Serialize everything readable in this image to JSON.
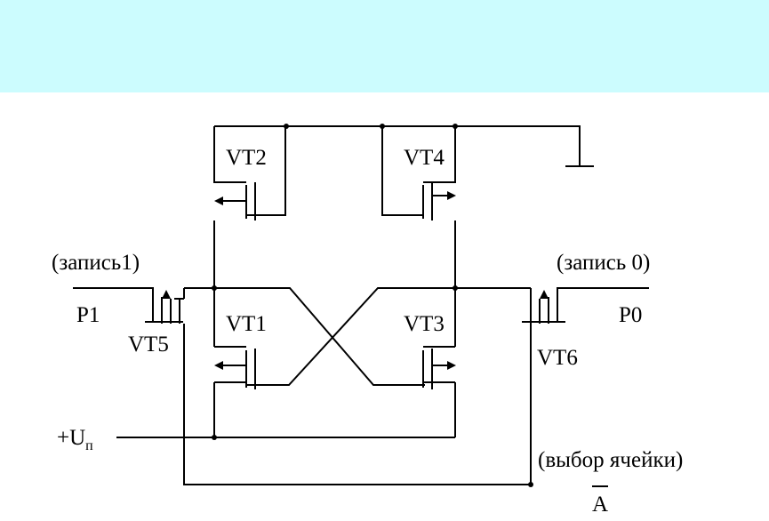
{
  "colors": {
    "banner": "#ccfcfe",
    "background": "#ffffff",
    "ink": "#000000"
  },
  "labels": {
    "vt1": "VT1",
    "vt2": "VT2",
    "vt3": "VT3",
    "vt4": "VT4",
    "vt5": "VT5",
    "vt6": "VT6",
    "p1": "P1",
    "p0": "P0",
    "write1": "(запись1)",
    "write0": "(запись 0)",
    "supply": "+U",
    "supply_sub": "п",
    "cell_select": "(выбор ячейки)",
    "addr": "A"
  },
  "icons": [
    "ground-symbol",
    "transistor-arrow-left",
    "transistor-arrow-right",
    "junction-dot"
  ]
}
